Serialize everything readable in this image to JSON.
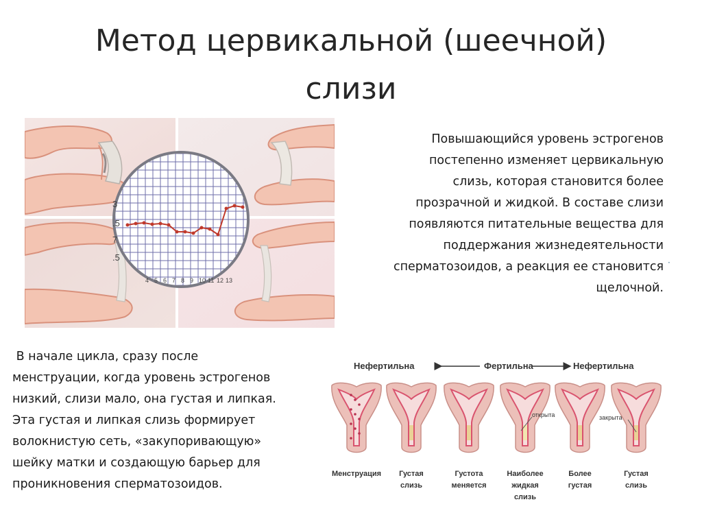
{
  "title": {
    "line1": "Метод цервикальной (шеечной)",
    "line2": "слизи"
  },
  "chart_inset": {
    "y_ticks": [
      "3",
      ".5",
      "7",
      ".5"
    ],
    "x_ticks": [
      "4",
      "5",
      "6",
      "7",
      "8",
      "9",
      "10",
      "11",
      "12",
      "13"
    ]
  },
  "paragraph_right": [
    "Повышающийся уровень эстрогенов",
    "постепенно изменяет цервикальную",
    "слизь, которая становится более",
    "прозрачной и жидкой. В составе слизи",
    "появляются питательные вещества для",
    "поддержания жизнедеятельности",
    "сперматозоидов, а реакция ее становится",
    "щелочной."
  ],
  "paragraph_left": [
    " В начале цикла, сразу после",
    "менструации, когда уровень эстрогенов",
    "низкий, слизи мало, она густая и липкая.",
    "Эта густая и липкая слизь формирует",
    "волокнистую сеть, «закупоривающую»",
    "шейку матки и создающую барьер для",
    "проникновения сперматозоидов."
  ],
  "diagram": {
    "header_left": "Нефертильна",
    "header_mid": "Фертильна",
    "header_right": "Нефертильна",
    "callout_open": "открыта",
    "callout_closed": "закрыта",
    "labels": [
      {
        "lines": [
          "Менструация"
        ]
      },
      {
        "lines": [
          "Густая",
          "слизь"
        ]
      },
      {
        "lines": [
          "Густота",
          "меняется"
        ]
      },
      {
        "lines": [
          "Наиболее",
          "жидкая",
          "слизь"
        ]
      },
      {
        "lines": [
          "Более",
          "густая"
        ]
      },
      {
        "lines": [
          "Густая",
          "слизь"
        ]
      }
    ]
  },
  "colors": {
    "skin": "#f3c4b2",
    "skin_dark": "#d9917c",
    "uterus_outer": "#ecc0b9",
    "uterus_inner": "#d9536e",
    "grid_line": "#6e6ea8",
    "chart_line": "#c0392b"
  }
}
